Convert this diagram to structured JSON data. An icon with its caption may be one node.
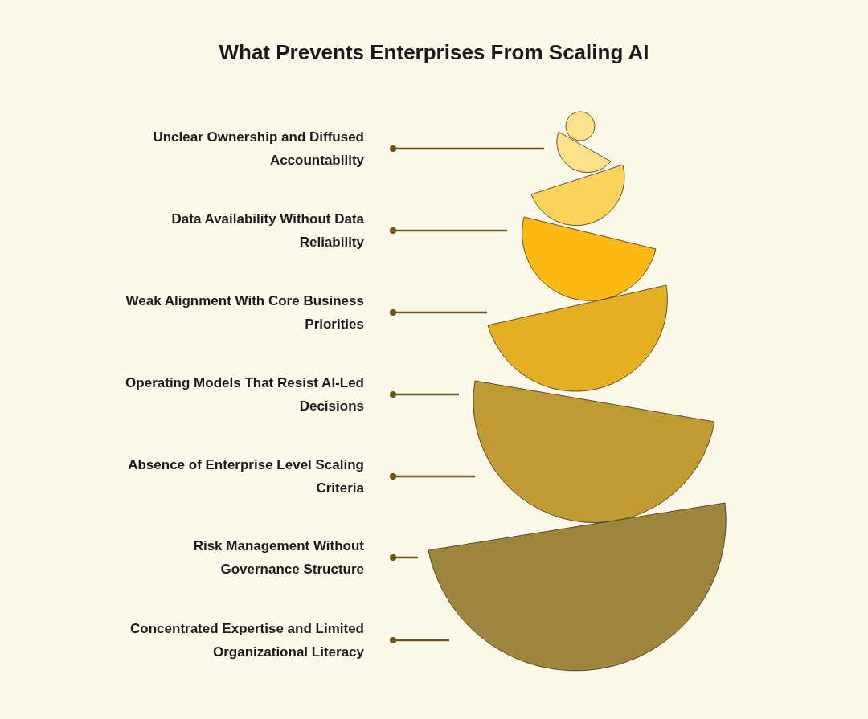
{
  "diagram": {
    "title": "What Prevents Enterprises From Scaling AI",
    "nodes": [
      {
        "text": [
          "Unclear Ownership and Diffused Accountability"
        ]
      },
      {
        "text": [
          "Data Availability Without Data Reliability"
        ]
      },
      {
        "text": [
          "Weak Alignment With Core Business Priorities"
        ]
      },
      {
        "text": [
          "Operating Models That Resist AI-Led Decisions"
        ]
      },
      {
        "text": [
          "Absence of Enterprise Level Scaling Criteria"
        ]
      },
      {
        "text": [
          "Risk Management Without Governance Structure"
        ]
      },
      {
        "text": [
          "Concentrated Expertise and Limited Organizational Literacy"
        ]
      }
    ],
    "edges": [
      {
        "from": 0,
        "to": null,
        "arrow": "other"
      },
      {
        "from": 1,
        "to": null,
        "arrow": "other"
      },
      {
        "from": 2,
        "to": null,
        "arrow": "other"
      },
      {
        "from": 3,
        "to": null,
        "arrow": "other"
      },
      {
        "from": 4,
        "to": null,
        "arrow": "other"
      },
      {
        "from": 5,
        "to": null,
        "arrow": "other"
      },
      {
        "from": 6,
        "to": null,
        "arrow": "other"
      }
    ]
  }
}
